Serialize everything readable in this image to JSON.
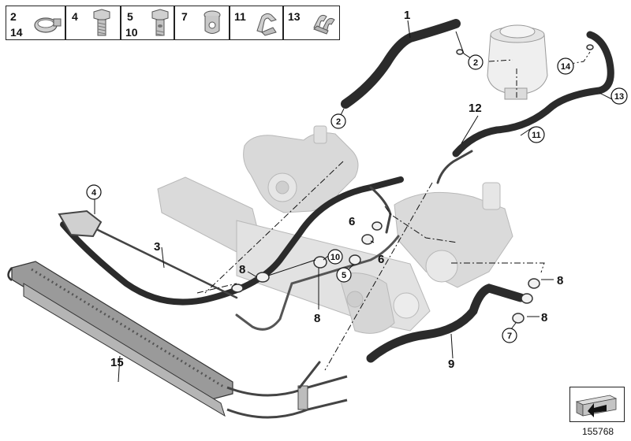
{
  "legend": [
    {
      "labels": [
        "2",
        "14"
      ],
      "icon": "hose-clamp-icon"
    },
    {
      "labels": [
        "4"
      ],
      "icon": "bolt-icon"
    },
    {
      "labels": [
        "5",
        "10"
      ],
      "icon": "banjo-bolt-icon"
    },
    {
      "labels": [
        "7"
      ],
      "icon": "banjo-fitting-icon"
    },
    {
      "labels": [
        "11"
      ],
      "icon": "holder-clip-icon"
    },
    {
      "labels": [
        "13"
      ],
      "icon": "double-clip-icon"
    }
  ],
  "callouts": {
    "plain": [
      "1",
      "3",
      "6",
      "6",
      "8",
      "8",
      "8",
      "8",
      "9",
      "12",
      "15"
    ],
    "circled": [
      "2",
      "2",
      "4",
      "5",
      "7",
      "10",
      "11",
      "13",
      "14"
    ]
  },
  "reference_number": "155768",
  "colors": {
    "hose": "#2b2b2b",
    "ghost_part": "#d9d9d9",
    "ghost_outline": "#b8b8b8",
    "line": "#111111"
  }
}
